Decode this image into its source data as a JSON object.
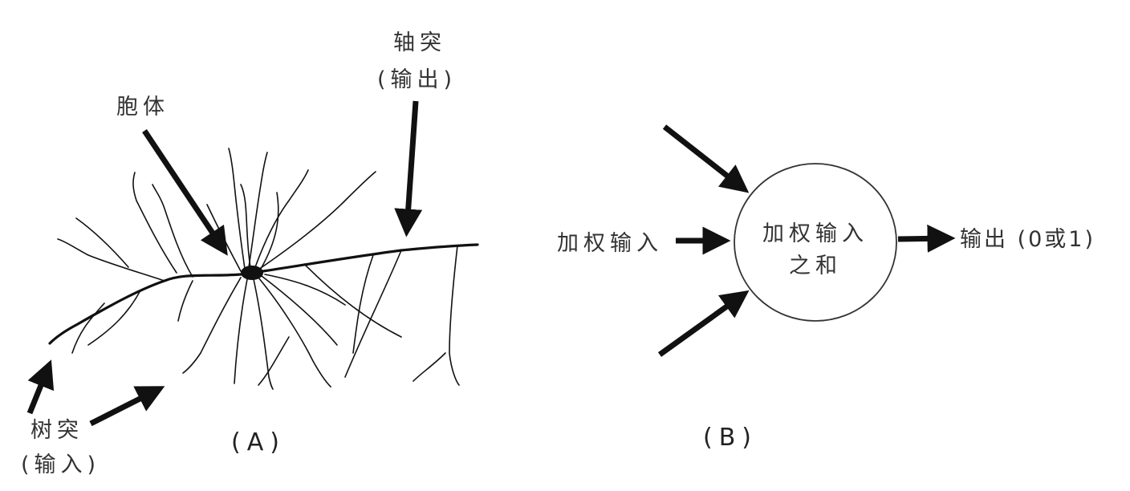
{
  "panel_a": {
    "caption": "(A)",
    "soma_label": "胞体",
    "axon_label": "轴突",
    "axon_sub": "(输出)",
    "dendrite_label": "树突",
    "dendrite_sub": "(输入)"
  },
  "panel_b": {
    "caption": "(B)",
    "input_label": "加权输入",
    "node_line1": "加权输入",
    "node_line2": "之和",
    "output_label": "输出 (0或1)"
  }
}
